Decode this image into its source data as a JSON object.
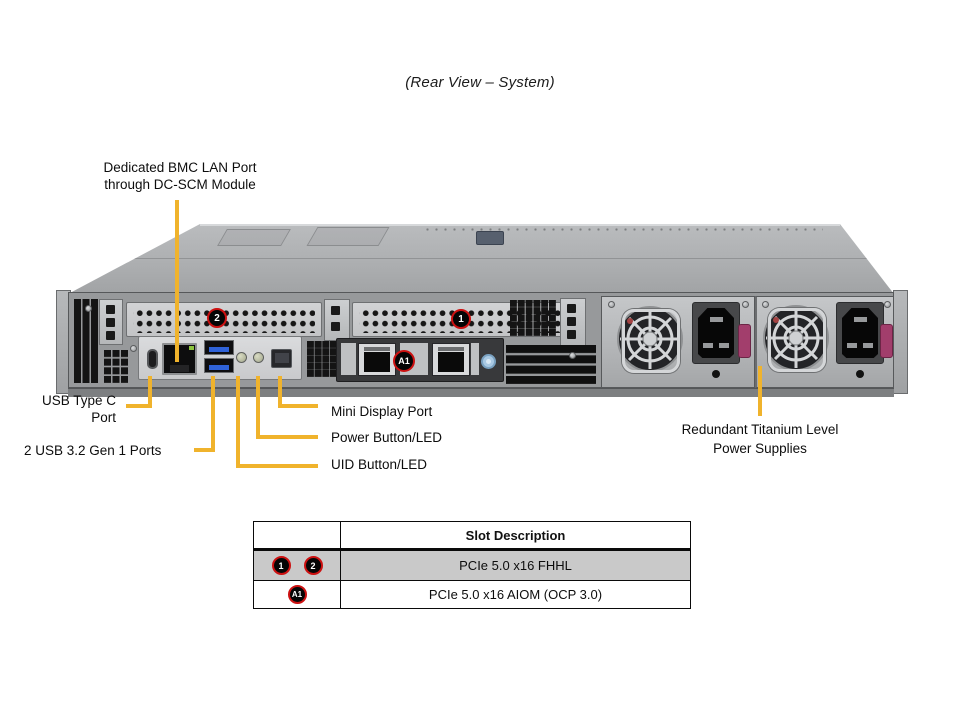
{
  "title": "(Rear View – System)",
  "colors": {
    "accent": "#F0B32C",
    "badge_ring": "#CC1111",
    "row_shade": "#C9C9C9"
  },
  "callouts": {
    "bmc": {
      "line1": "Dedicated BMC LAN Port",
      "line2": "through DC-SCM Module"
    },
    "usb_type_c": {
      "line1": "USB Type C",
      "line2": "Port"
    },
    "usb_32": {
      "label": "2 USB 3.2 Gen 1 Ports"
    },
    "mini_display": {
      "label": "Mini Display Port"
    },
    "power_button": {
      "label": "Power Button/LED"
    },
    "uid_button": {
      "label": "UID Button/LED"
    },
    "power_supplies": {
      "line1": "Redundant Titanium Level",
      "line2": "Power Supplies"
    }
  },
  "chassis_badges": {
    "slot1": "1",
    "slot2": "2",
    "aiom": "A1"
  },
  "table": {
    "header": {
      "slot_description": "Slot Description"
    },
    "rows": [
      {
        "badges": [
          "1",
          "2"
        ],
        "description": "PCIe 5.0 x16 FHHL"
      },
      {
        "badges": [
          "A1"
        ],
        "description": "PCIe 5.0 x16 AIOM (OCP 3.0)"
      }
    ]
  }
}
